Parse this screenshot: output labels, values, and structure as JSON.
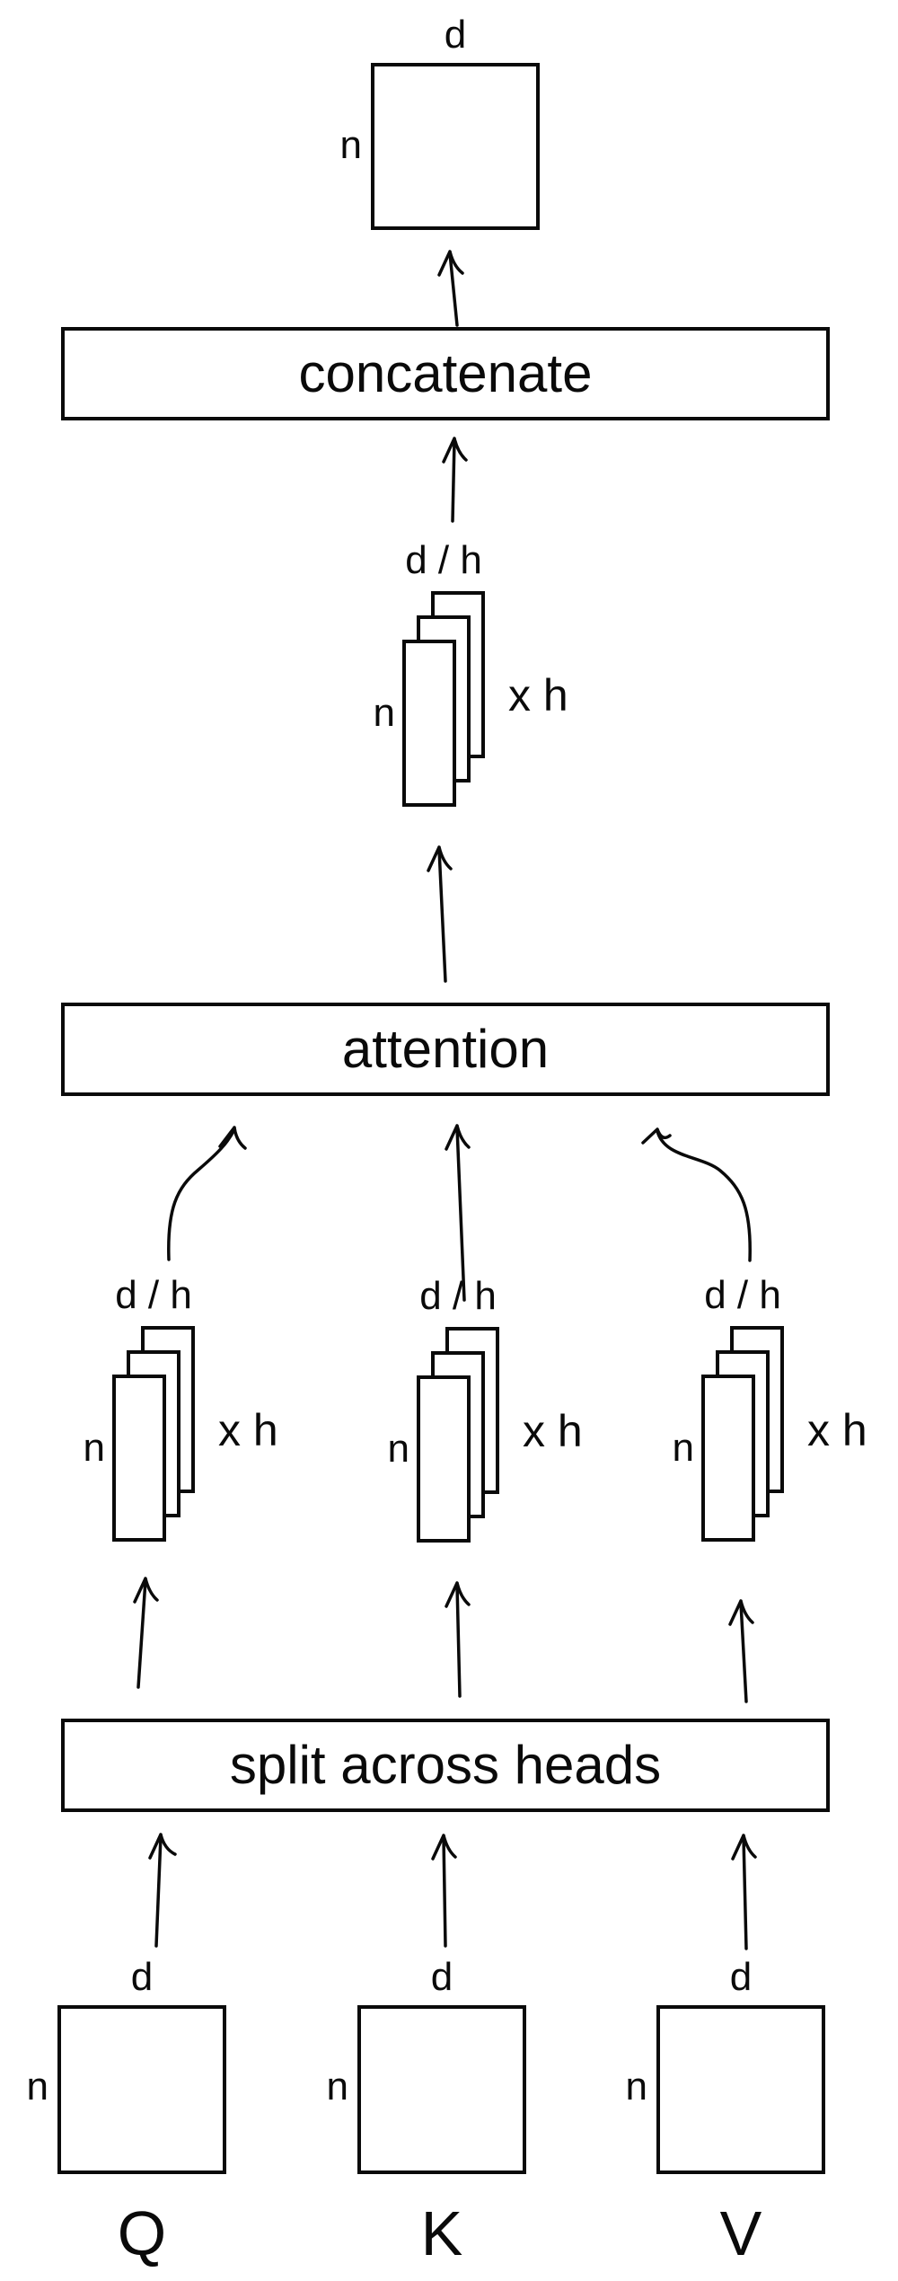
{
  "colors": {
    "ink": "#0a0a0a",
    "background": "#ffffff"
  },
  "diagram": {
    "output_matrix": {
      "top_label": "d",
      "side_label": "n"
    },
    "concatenate_box": {
      "label": "concatenate"
    },
    "merged_stack": {
      "top_label": "d / h",
      "side_label": "n",
      "count_label": "x h"
    },
    "attention_box": {
      "label": "attention"
    },
    "head_stacks": [
      {
        "top_label": "d / h",
        "side_label": "n",
        "count_label": "x h"
      },
      {
        "top_label": "d / h",
        "side_label": "n",
        "count_label": "x h"
      },
      {
        "top_label": "d / h",
        "side_label": "n",
        "count_label": "x h"
      }
    ],
    "split_box": {
      "label": "split across heads"
    },
    "input_matrices": [
      {
        "top_label": "d",
        "side_label": "n",
        "name": "Q"
      },
      {
        "top_label": "d",
        "side_label": "n",
        "name": "K"
      },
      {
        "top_label": "d",
        "side_label": "n",
        "name": "V"
      }
    ]
  }
}
